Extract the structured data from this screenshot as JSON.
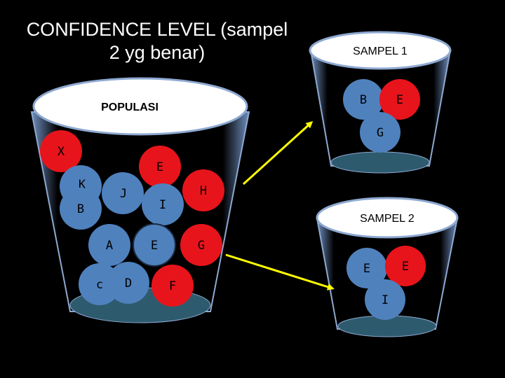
{
  "title_line1": "CONFIDENCE LEVEL (sampel",
  "title_line2": "2 yg benar)",
  "populasi": {
    "label": "POPULASI",
    "balls": [
      {
        "label": "X",
        "color": "#e8141b"
      },
      {
        "label": "E",
        "color": "#e8141b"
      },
      {
        "label": "K",
        "color": "#4f81bd"
      },
      {
        "label": "J",
        "color": "#4f81bd"
      },
      {
        "label": "H",
        "color": "#e8141b"
      },
      {
        "label": "I",
        "color": "#4f81bd"
      },
      {
        "label": "B",
        "color": "#4f81bd"
      },
      {
        "label": "A",
        "color": "#4f81bd"
      },
      {
        "label": "E",
        "color": "#4f81bd"
      },
      {
        "label": "G",
        "color": "#e8141b"
      },
      {
        "label": "c",
        "color": "#4f81bd"
      },
      {
        "label": "D",
        "color": "#4f81bd"
      },
      {
        "label": "F",
        "color": "#e8141b"
      }
    ]
  },
  "sampel1": {
    "label": "SAMPEL 1",
    "balls": [
      {
        "label": "B",
        "color": "#4f81bd"
      },
      {
        "label": "E",
        "color": "#e8141b"
      },
      {
        "label": "G",
        "color": "#4f81bd"
      }
    ]
  },
  "sampel2": {
    "label": "SAMPEL 2",
    "balls": [
      {
        "label": "E",
        "color": "#4f81bd"
      },
      {
        "label": "E",
        "color": "#e8141b"
      },
      {
        "label": "I",
        "color": "#4f81bd"
      }
    ]
  },
  "colors": {
    "cup_fill": "#000000",
    "cup_stroke": "#8ea9d1",
    "cup_bottom": "#2e5a6e",
    "arrow": "#ffff00"
  }
}
